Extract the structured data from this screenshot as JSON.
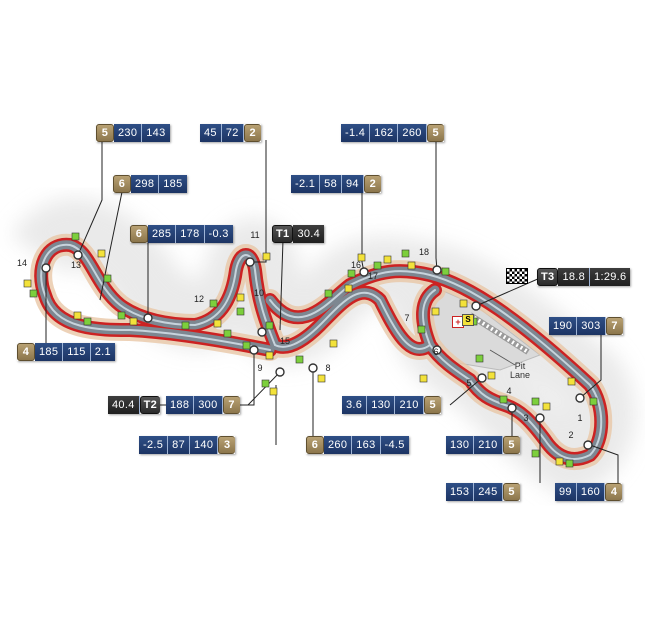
{
  "turns": [
    "1",
    "2",
    "3",
    "4",
    "5",
    "6",
    "7",
    "8",
    "9",
    "10",
    "11",
    "12",
    "13",
    "14",
    "15",
    "16",
    "17",
    "18"
  ],
  "pit_lane_label": [
    "Pit",
    "Lane"
  ],
  "sector_icons": {
    "speed_trap": "S",
    "medical": "+"
  },
  "callouts": {
    "c1": {
      "gear": "5",
      "values": [
        "230",
        "143"
      ]
    },
    "c2": {
      "values": [
        "45",
        "72"
      ],
      "gear": "2"
    },
    "c3": {
      "values": [
        "-1.4",
        "162",
        "260"
      ],
      "gear": "5"
    },
    "c4": {
      "gear": "6",
      "values": [
        "298",
        "185"
      ]
    },
    "c5": {
      "values": [
        "-2.1",
        "58",
        "94"
      ],
      "gear": "2"
    },
    "c6": {
      "gear": "6",
      "values": [
        "285",
        "178",
        "-0.3"
      ]
    },
    "c7": {
      "sector": "T1",
      "values": [
        "30.4"
      ]
    },
    "c8": {
      "sector": "T3",
      "values": [
        "18.8",
        "1:29.6"
      ]
    },
    "c9": {
      "values": [
        "190",
        "303"
      ],
      "gear": "7"
    },
    "c10": {
      "gear": "4",
      "values": [
        "185",
        "115",
        "2.1"
      ]
    },
    "c11": {
      "values": [
        "40.4"
      ],
      "sector": "T2"
    },
    "c12": {
      "values": [
        "188",
        "300"
      ],
      "gear": "7"
    },
    "c13": {
      "values": [
        "3.6",
        "130",
        "210"
      ],
      "gear": "5"
    },
    "c14": {
      "values": [
        "-2.5",
        "87",
        "140"
      ],
      "gear": "3"
    },
    "c15": {
      "gear": "6",
      "values": [
        "260",
        "163",
        "-4.5"
      ]
    },
    "c16": {
      "values": [
        "130",
        "210"
      ],
      "gear": "5"
    },
    "c17": {
      "values": [
        "153",
        "245"
      ],
      "gear": "5"
    },
    "c18": {
      "values": [
        "99",
        "160"
      ],
      "gear": "4"
    }
  },
  "colors": {
    "track": "#808a94",
    "kerb": "#cc2222",
    "runoff": "#e9c7a6",
    "marker_green": "#7ccf3c",
    "marker_yellow": "#f3e23a",
    "callout_bg": "#25427a",
    "gear_bg": "#a38c5f"
  }
}
